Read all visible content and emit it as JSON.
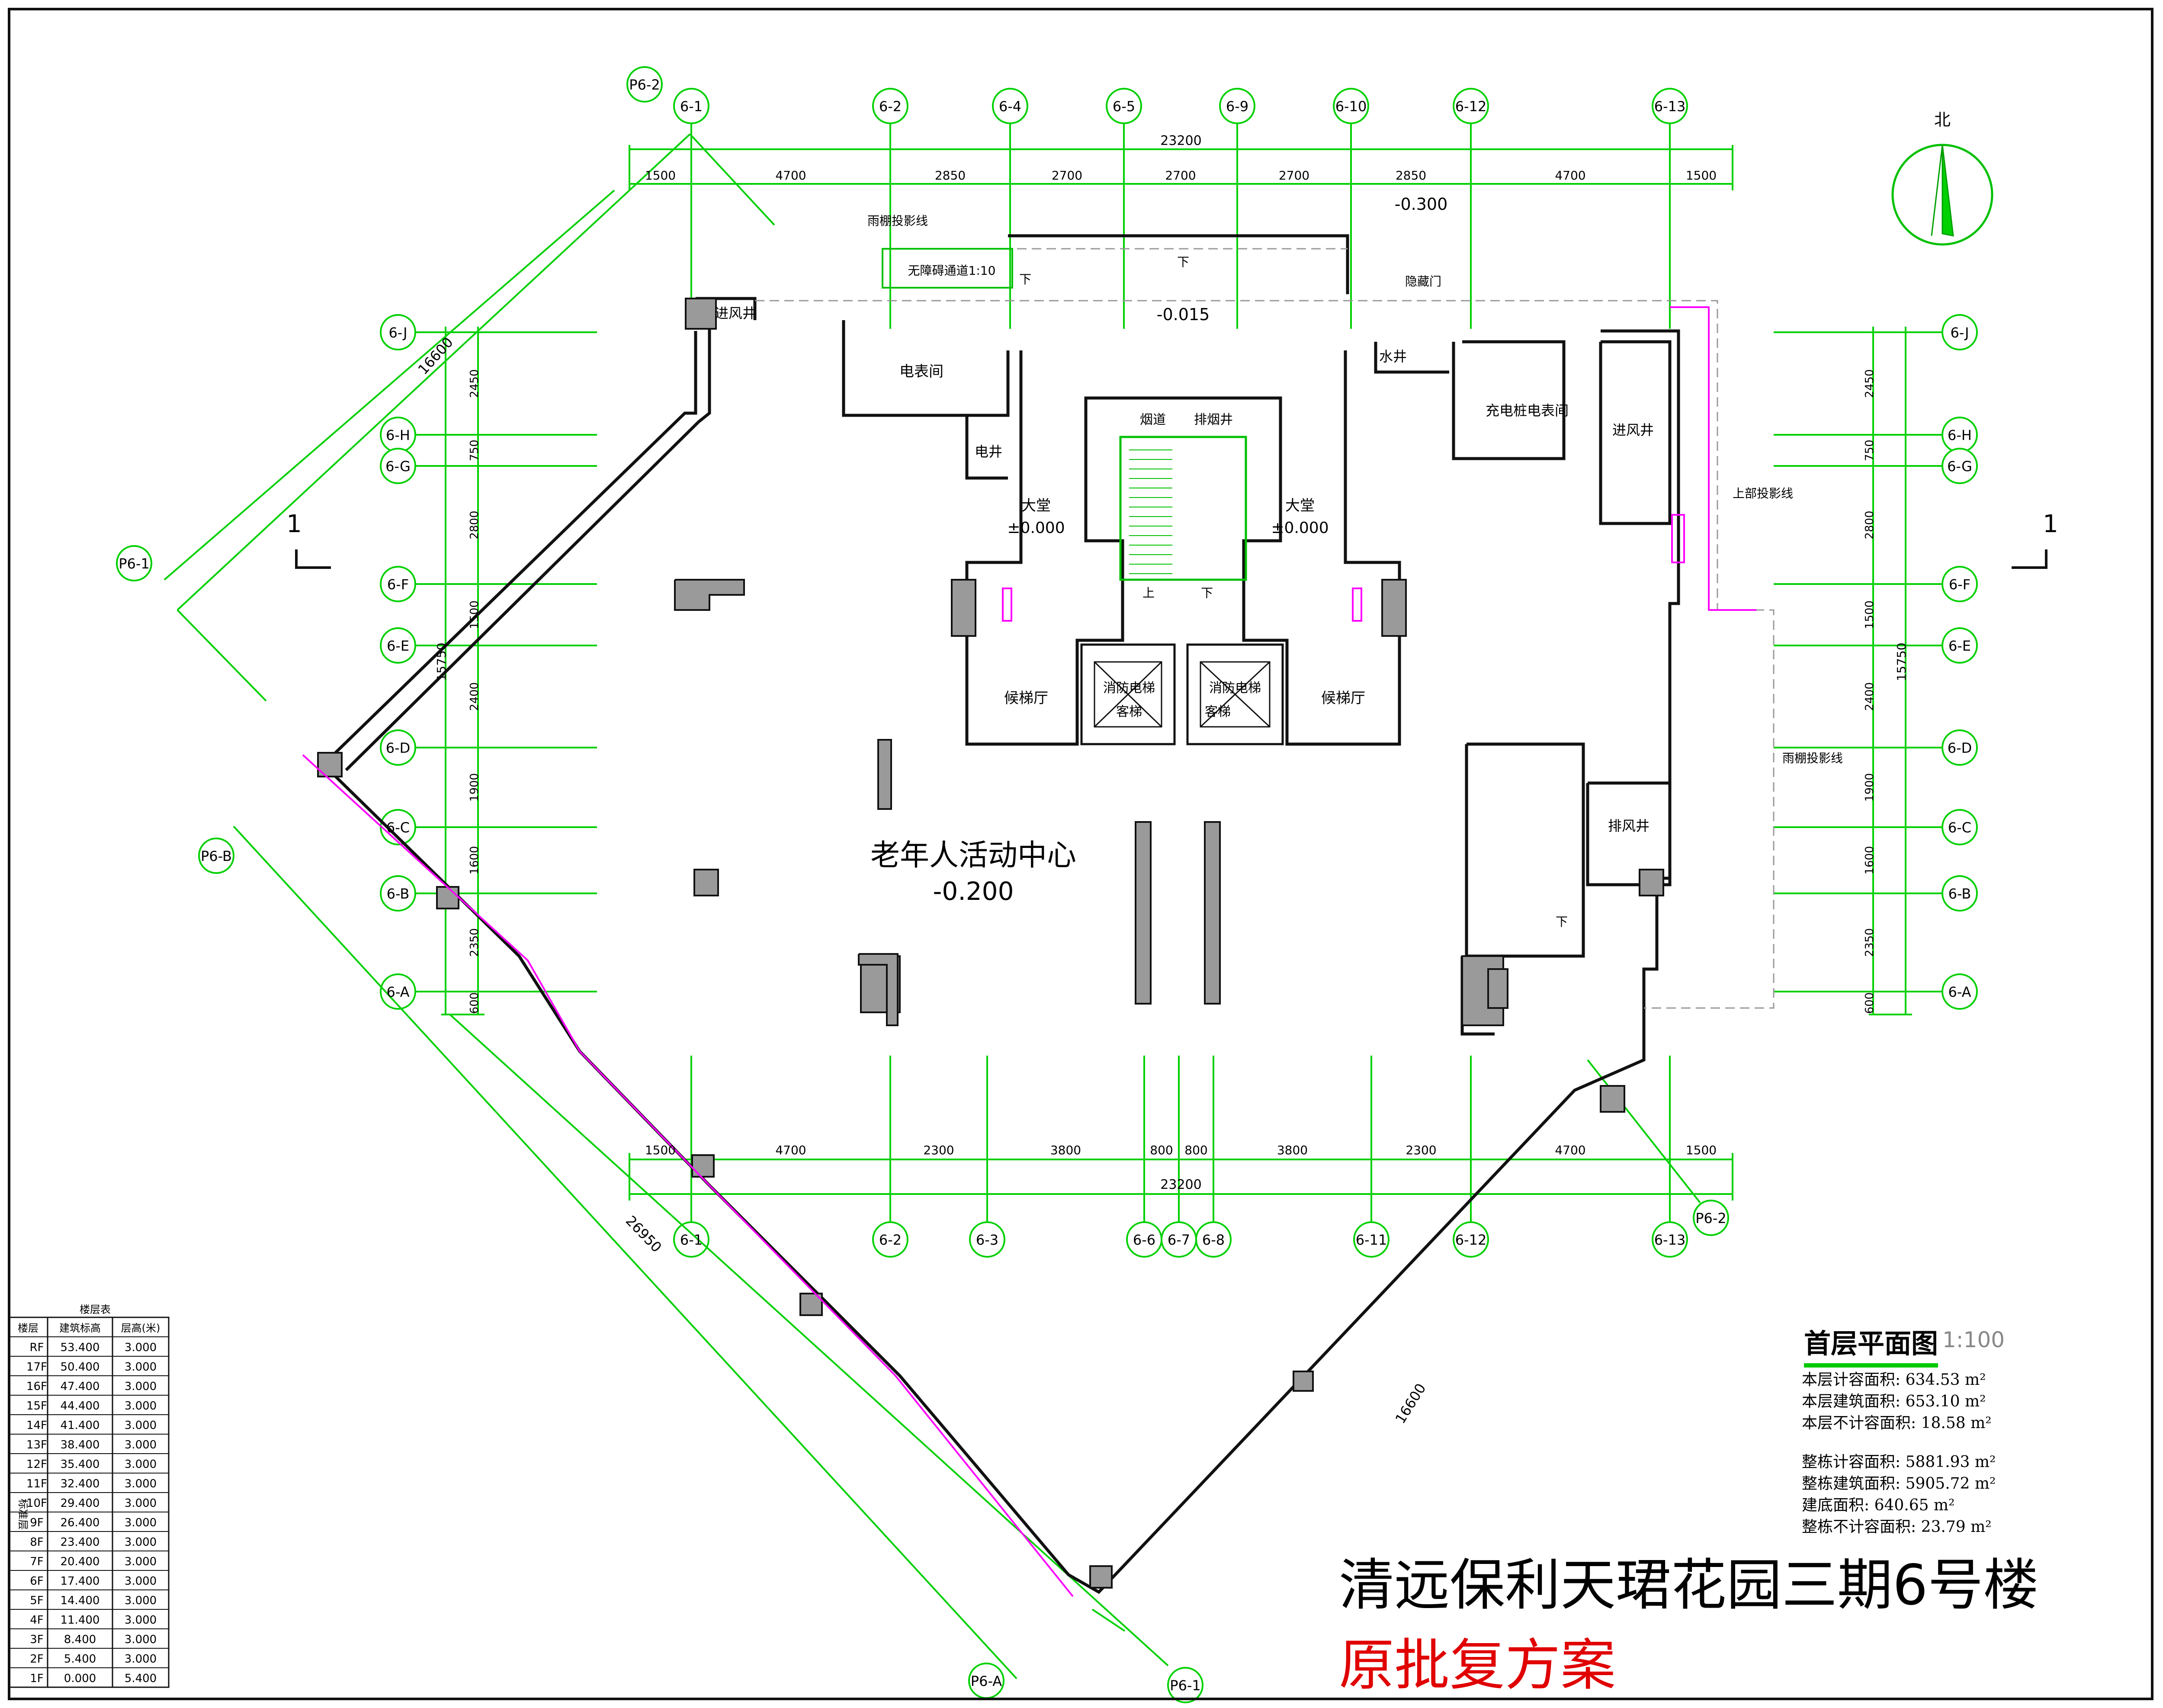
{
  "plan": {
    "title": "首层平面图",
    "scale": "1:100",
    "project_name": "清远保利天珺花园三期6号楼",
    "project_status": "原批复方案",
    "north": "北"
  },
  "areas": [
    {
      "label": "本层计容面积:",
      "value": "634.53",
      "unit": "m²"
    },
    {
      "label": "本层建筑面积:",
      "value": "653.10",
      "unit": "m²"
    },
    {
      "label": "本层不计容面积:",
      "value": "18.58",
      "unit": "m²"
    },
    {
      "label": "整栋计容面积:",
      "value": "5881.93",
      "unit": "m²"
    },
    {
      "label": "整栋建筑面积:",
      "value": "5905.72",
      "unit": "m²"
    },
    {
      "label": "建底面积:",
      "value": "640.65",
      "unit": "m²"
    },
    {
      "label": "整栋不计容面积:",
      "value": "23.79",
      "unit": "m²"
    }
  ],
  "floor_table": {
    "title": "楼层表",
    "headers": [
      "楼层",
      "建筑标高",
      "层高(米)"
    ],
    "group_label": "标准层",
    "rows": [
      [
        "RF",
        "53.400",
        "3.000"
      ],
      [
        "17F",
        "50.400",
        "3.000"
      ],
      [
        "16F",
        "47.400",
        "3.000"
      ],
      [
        "15F",
        "44.400",
        "3.000"
      ],
      [
        "14F",
        "41.400",
        "3.000"
      ],
      [
        "13F",
        "38.400",
        "3.000"
      ],
      [
        "12F",
        "35.400",
        "3.000"
      ],
      [
        "11F",
        "32.400",
        "3.000"
      ],
      [
        "10F",
        "29.400",
        "3.000"
      ],
      [
        "9F",
        "26.400",
        "3.000"
      ],
      [
        "8F",
        "23.400",
        "3.000"
      ],
      [
        "7F",
        "20.400",
        "3.000"
      ],
      [
        "6F",
        "17.400",
        "3.000"
      ],
      [
        "5F",
        "14.400",
        "3.000"
      ],
      [
        "4F",
        "11.400",
        "3.000"
      ],
      [
        "3F",
        "8.400",
        "3.000"
      ],
      [
        "2F",
        "5.400",
        "3.000"
      ],
      [
        "1F",
        "0.000",
        "5.400"
      ]
    ]
  },
  "axes_top": [
    "P6-2",
    "6-1",
    "6-2",
    "6-4",
    "6-5",
    "6-9",
    "6-10",
    "6-12",
    "6-13"
  ],
  "axes_bottom": [
    "6-1",
    "6-2",
    "6-3",
    "6-6",
    "6-7",
    "6-8",
    "6-11",
    "6-12",
    "6-13",
    "P6-2"
  ],
  "axes_left": [
    "6-J",
    "6-H",
    "6-G",
    "6-F",
    "6-E",
    "6-D",
    "6-C",
    "6-B",
    "6-A"
  ],
  "axes_right": [
    "6-J",
    "6-H",
    "6-G",
    "6-F",
    "6-E",
    "6-D",
    "6-C",
    "6-B",
    "6-A"
  ],
  "axes_diag": [
    "P6-1",
    "P6-B",
    "P6-A",
    "P6-1"
  ],
  "dims_top_total": "23200",
  "dims_top": [
    "1500",
    "4700",
    "2850",
    "2700",
    "2700",
    "2700",
    "2850",
    "4700",
    "1500"
  ],
  "dims_bottom_total": "23200",
  "dims_bottom": [
    "1500",
    "4700",
    "2300",
    "3800",
    "800",
    "800",
    "3800",
    "2300",
    "4700",
    "1500"
  ],
  "dims_left": [
    "2450",
    "750",
    "2800",
    "1500",
    "2400",
    "1900",
    "1600",
    "2350",
    "600"
  ],
  "dims_left_total": "15750",
  "dims_right": [
    "2450",
    "750",
    "2800",
    "1500",
    "2400",
    "1900",
    "1600",
    "2350",
    "600"
  ],
  "dims_right_total": "15750",
  "dims_diag": [
    "16600",
    "26950",
    "16600"
  ],
  "section_marker": "1",
  "rooms": {
    "main_hall": "老年人活动中心",
    "main_hall_level": "-0.200",
    "lobby_left": "大堂",
    "lobby_left_level": "±0.000",
    "lobby_right": "大堂",
    "lobby_right_level": "±0.000",
    "elevator_hall_left": "候梯厅",
    "elevator_hall_right": "候梯厅",
    "fire_elevator_1": "消防电梯",
    "fire_elevator_1b": "客梯",
    "fire_elevator_2": "消防电梯",
    "fire_elevator_2b": "客梯",
    "electric_meter_room": "电表间",
    "charging_meter_room": "充电桩电表间",
    "intake_shaft_left": "进风井",
    "intake_shaft_right": "进风井",
    "exhaust_shaft": "排风井",
    "water_shaft": "水井",
    "electric_shaft": "电井",
    "flue": "烟道",
    "smoke_shaft": "排烟井",
    "hidden_door": "隐藏门",
    "canopy_line_top": "雨棚投影线",
    "canopy_line_right": "雨棚投影线",
    "upper_line_right": "上部投影线",
    "ramp": "无障碍通道1:10",
    "entry_level": "-0.015",
    "top_level": "-0.300",
    "down": "下",
    "up": "上"
  }
}
